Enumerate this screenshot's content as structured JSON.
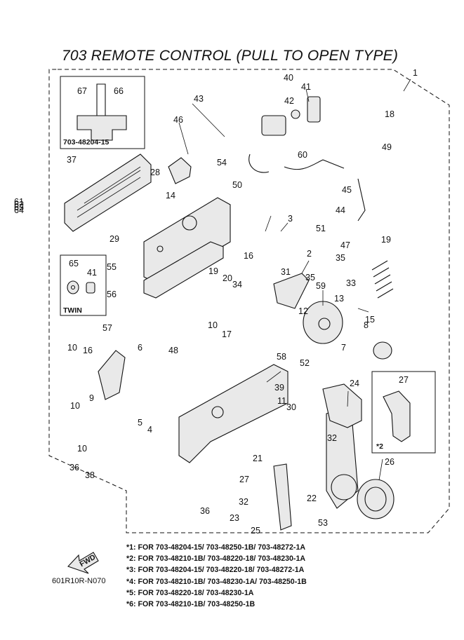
{
  "title": "703 REMOTE CONTROL (PULL TO OPEN TYPE)",
  "inset_top": {
    "part_no": "703-48204-15",
    "labels": [
      "67",
      "66"
    ]
  },
  "inset_twin": {
    "label": "TWIN",
    "parts": [
      "65",
      "41"
    ]
  },
  "inset_star2": {
    "part": "27",
    "mark": "*2"
  },
  "callouts": [
    "1",
    "2",
    "3",
    "4",
    "5",
    "6",
    "7",
    "8",
    "9",
    "10",
    "10",
    "10",
    "10",
    "11",
    "12",
    "13",
    "14",
    "15",
    "16",
    "16",
    "17",
    "18",
    "19",
    "19",
    "20",
    "21",
    "22",
    "23",
    "24",
    "25",
    "26",
    "27",
    "28",
    "29",
    "30",
    "31",
    "32",
    "32",
    "33",
    "34",
    "35",
    "35",
    "36",
    "36",
    "37",
    "38",
    "39",
    "40",
    "41",
    "42",
    "43",
    "44",
    "45",
    "46",
    "47",
    "48",
    "49",
    "50",
    "51",
    "52",
    "53",
    "54",
    "55",
    "56",
    "57",
    "58",
    "59",
    "60",
    "61",
    "62",
    "63",
    "64"
  ],
  "notes": [
    "*1: FOR 703-48204-15/ 703-48250-1B/ 703-48272-1A",
    "*2: FOR 703-48210-1B/ 703-48220-18/ 703-48230-1A",
    "*3: FOR 703-48204-15/ 703-48220-18/ 703-48272-1A",
    "*4: FOR 703-48210-1B/ 703-48230-1A/ 703-48250-1B",
    "*5: FOR 703-48220-18/ 703-48230-1A",
    "*6: FOR 703-48210-1B/ 703-48250-1B"
  ],
  "fwd_label": "FWD",
  "footer_code": "601R10R-N070"
}
